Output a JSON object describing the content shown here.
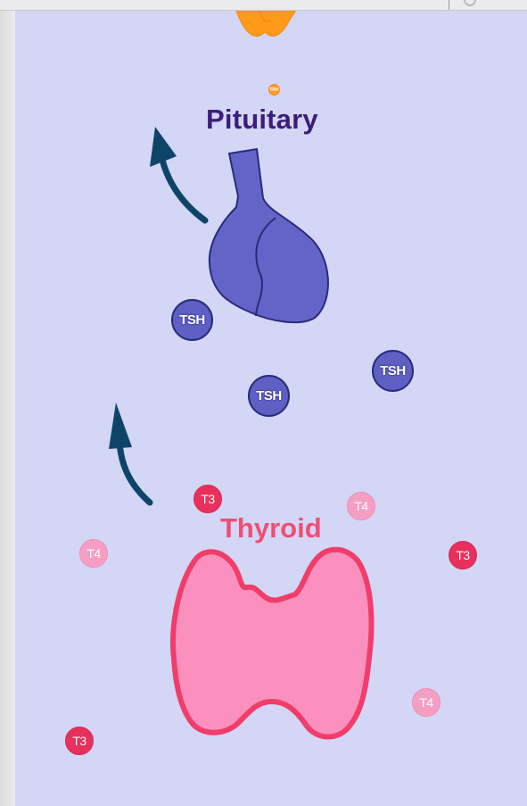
{
  "diagram": {
    "labels": {
      "pituitary": "Pituitary",
      "thyroid": "Thyroid"
    },
    "tiny_marker": "TRH",
    "tsh_molecules": [
      "TSH",
      "TSH",
      "TSH"
    ],
    "t3_molecules": [
      "T3",
      "T3",
      "T3"
    ],
    "t4_molecules": [
      "T4",
      "T4",
      "T4"
    ],
    "colors": {
      "background": "#d3d6f5",
      "pituitary": "#6464c8",
      "pituitary_label": "#3d1d7a",
      "thyroid_fill": "#fb90bf",
      "thyroid_outline": "#f03d6a",
      "arrow": "#0e4468",
      "t3": "#e8305d",
      "t4": "#f59ec4",
      "tsh": "#5f5fc4",
      "flower": "#ff9a1a"
    },
    "icons": [
      "up-arrow-icon",
      "flower-icon"
    ]
  }
}
